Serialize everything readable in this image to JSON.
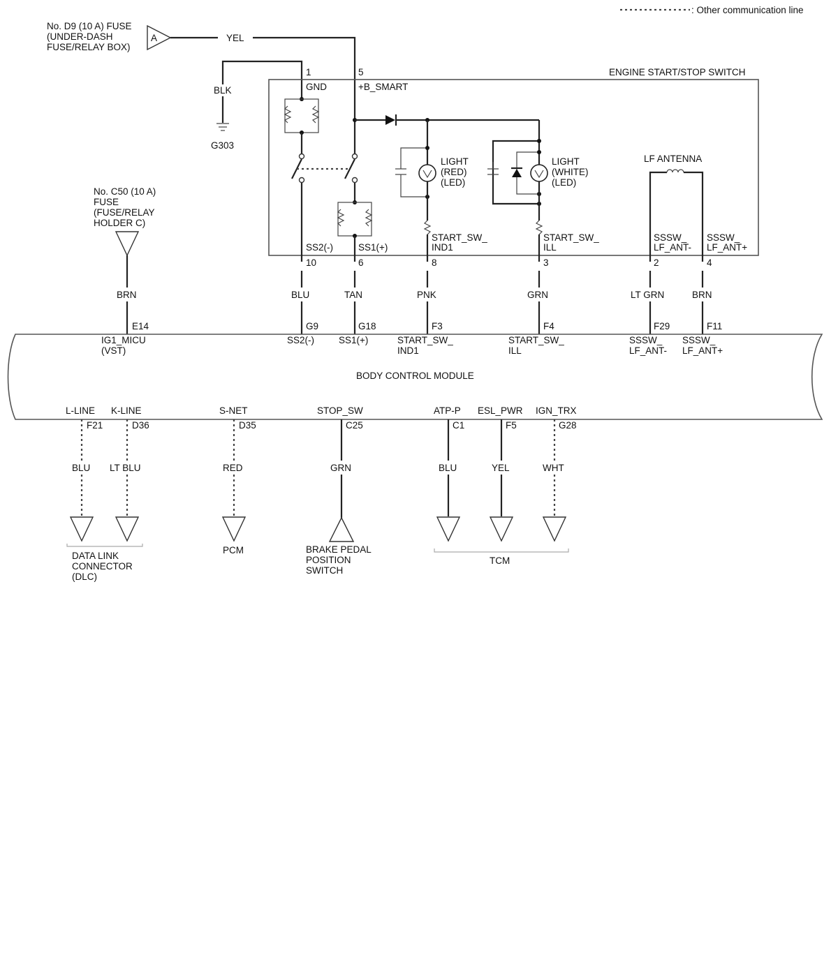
{
  "legend": {
    "text": ": Other communication line"
  },
  "fuse_d9": {
    "lines": [
      "No. D9 (10 A) FUSE",
      "(UNDER-DASH",
      "FUSE/RELAY BOX)"
    ],
    "connector": "A",
    "wire": "YEL"
  },
  "ground": {
    "wire": "BLK",
    "label": "G303"
  },
  "fuse_c50": {
    "lines": [
      "No. C50 (10 A)",
      "FUSE",
      "(FUSE/RELAY",
      "HOLDER C)"
    ],
    "wire": "BRN"
  },
  "switch": {
    "title": "ENGINE START/STOP SWITCH",
    "top_pins": [
      {
        "pin": "1",
        "name": "GND"
      },
      {
        "pin": "5",
        "name": "+B_SMART"
      }
    ],
    "light_red": [
      "LIGHT",
      "(RED)",
      "(LED)"
    ],
    "light_white": [
      "LIGHT",
      "(WHITE)",
      "(LED)"
    ],
    "antenna": "LF ANTENNA",
    "bottom_pins": [
      {
        "pin": "10",
        "name": [
          "SS2(-)"
        ],
        "wire": "BLU",
        "bcm_pin": "G9",
        "bcm_name": [
          "SS2(-)"
        ]
      },
      {
        "pin": "6",
        "name": [
          "SS1(+)"
        ],
        "wire": "TAN",
        "bcm_pin": "G18",
        "bcm_name": [
          "SS1(+)"
        ]
      },
      {
        "pin": "8",
        "name": [
          "START_SW_",
          "IND1"
        ],
        "wire": "PNK",
        "bcm_pin": "F3",
        "bcm_name": [
          "START_SW_",
          "IND1"
        ]
      },
      {
        "pin": "3",
        "name": [
          "START_SW_",
          "ILL"
        ],
        "wire": "GRN",
        "bcm_pin": "F4",
        "bcm_name": [
          "START_SW_",
          "ILL"
        ]
      },
      {
        "pin": "2",
        "name": [
          "SSSW_",
          "LF_ANT-"
        ],
        "wire": "LT GRN",
        "bcm_pin": "F29",
        "bcm_name": [
          "SSSW_",
          "LF_ANT-"
        ]
      },
      {
        "pin": "4",
        "name": [
          "SSSW_",
          "LF_ANT+"
        ],
        "wire": "BRN",
        "bcm_pin": "F11",
        "bcm_name": [
          "SSSW_",
          "LF_ANT+"
        ]
      }
    ]
  },
  "bcm": {
    "title": "BODY CONTROL MODULE",
    "ig1_pin": "E14",
    "ig1_name": [
      "IG1_MICU",
      "(VST)"
    ],
    "bottom": [
      {
        "name": "L-LINE",
        "pin": "F21",
        "wire": "BLU",
        "style": "dotted"
      },
      {
        "name": "K-LINE",
        "pin": "D36",
        "wire": "LT BLU",
        "style": "dotted"
      },
      {
        "name": "S-NET",
        "pin": "D35",
        "wire": "RED",
        "style": "dotted"
      },
      {
        "name": "STOP_SW",
        "pin": "C25",
        "wire": "GRN",
        "style": "solid"
      },
      {
        "name": "ATP-P",
        "pin": "C1",
        "wire": "BLU",
        "style": "solid"
      },
      {
        "name": "ESL_PWR",
        "pin": "F5",
        "wire": "YEL",
        "style": "solid"
      },
      {
        "name": "IGN_TRX",
        "pin": "G28",
        "wire": "WHT",
        "style": "dotted"
      }
    ]
  },
  "destinations": {
    "dlc": [
      "DATA LINK",
      "CONNECTOR",
      "(DLC)"
    ],
    "pcm": "PCM",
    "brake": [
      "BRAKE PEDAL",
      "POSITION",
      "SWITCH"
    ],
    "tcm": "TCM"
  }
}
